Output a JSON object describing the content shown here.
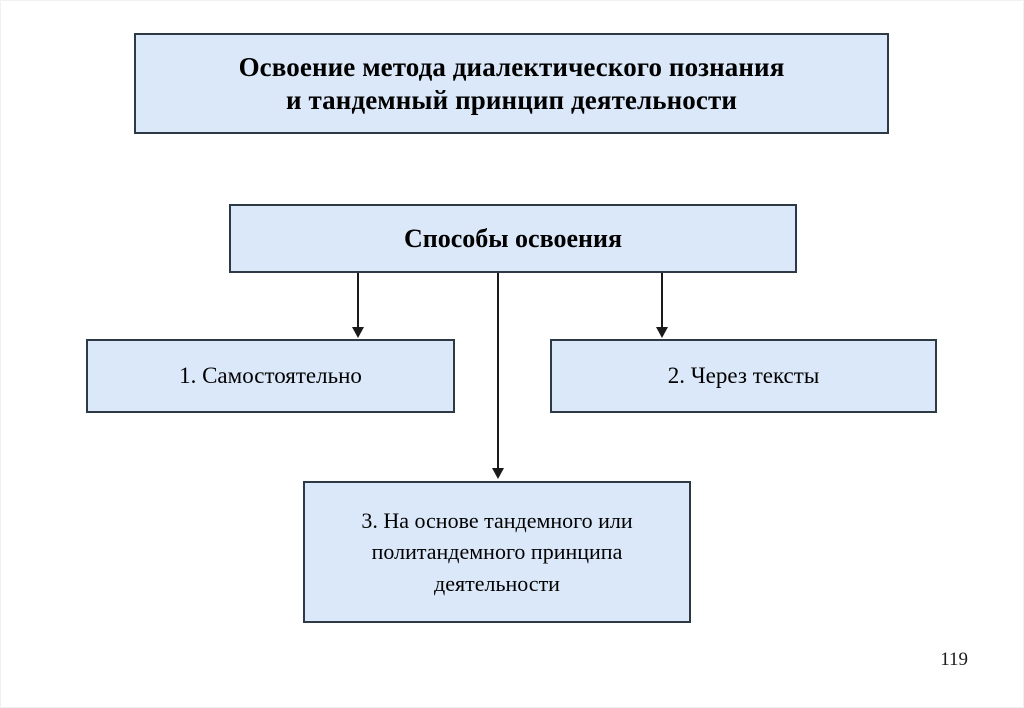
{
  "slide": {
    "page_number": "119",
    "colors": {
      "box_fill": "#dbe8f9",
      "box_border": "#2d3a45",
      "arrow": "#1a1a1a",
      "background": "#ffffff",
      "text": "#000000"
    }
  },
  "title_box": {
    "line1": "Освоение метода диалектического познания",
    "line2": "и тандемный принцип деятельности"
  },
  "methods_box": {
    "label": "Способы освоения"
  },
  "options": [
    {
      "label": "1. Самостоятельно"
    },
    {
      "label": "2. Через тексты"
    },
    {
      "line1": "3. На основе тандемного или",
      "line2": "политандемного принципа",
      "line3": "деятельности"
    }
  ],
  "connectors": [
    {
      "name": "methods-to-option-1"
    },
    {
      "name": "methods-to-option-3"
    },
    {
      "name": "methods-to-option-2"
    }
  ]
}
